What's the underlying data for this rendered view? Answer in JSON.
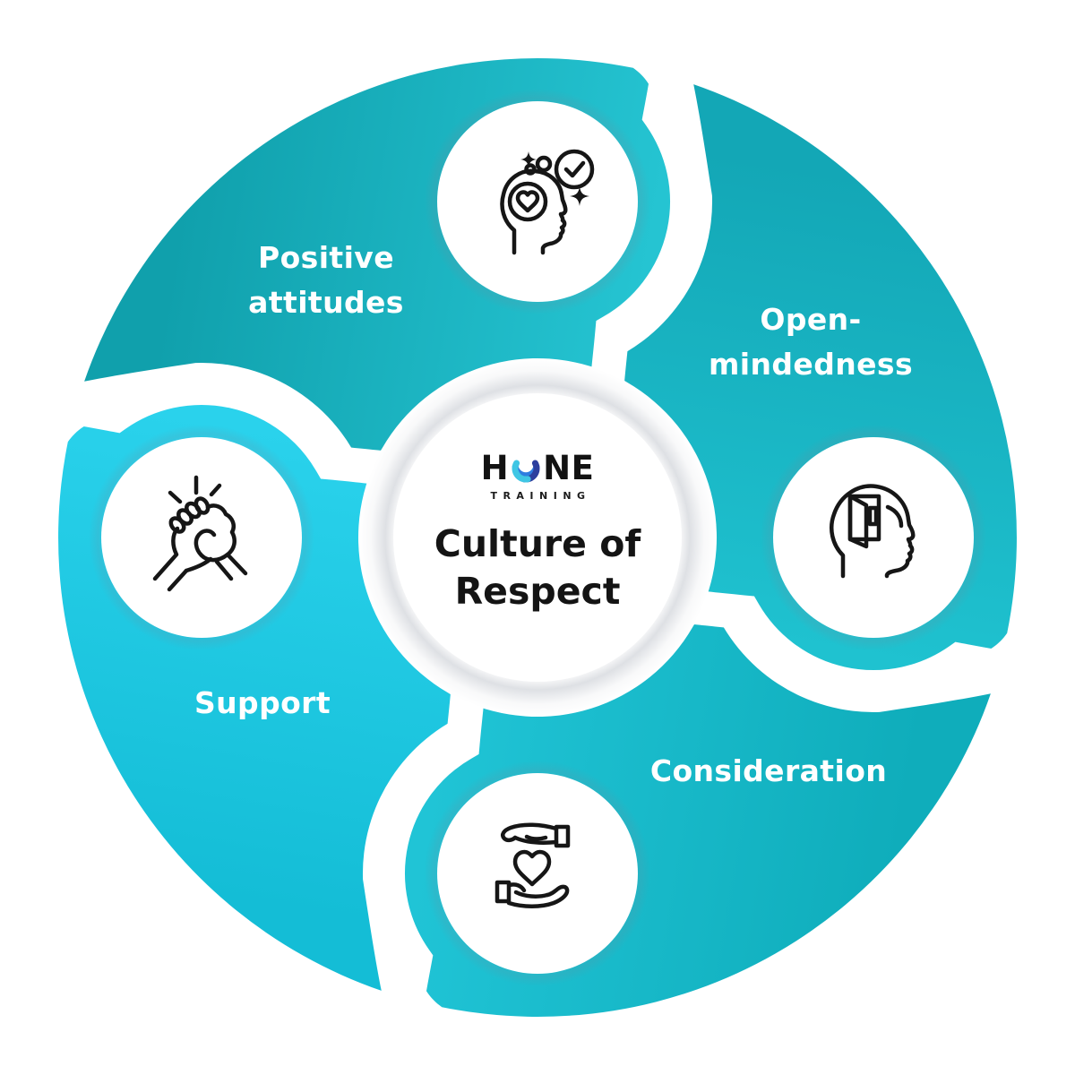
{
  "page": {
    "background": "#ffffff"
  },
  "center": {
    "brand_h": "H",
    "brand_ne": "NE",
    "brand_sub": "TRAINING",
    "logo_o_icon": "swirl-ring-icon",
    "logo_colors": {
      "top": "#2e7de0",
      "right": "#2c3f9e",
      "bottom_left": "#3fc6e4"
    },
    "title_line1": "Culture of",
    "title_line2": "Respect",
    "title_color": "#141414"
  },
  "segments": [
    {
      "id": "positive-attitudes",
      "label_line1": "Positive",
      "label_line2": "attitudes",
      "icon": "head-heart-check-icon",
      "color_from": "#10a0ac",
      "color_to": "#25c4d2"
    },
    {
      "id": "open-mindedness",
      "label_line1": "Open-",
      "label_line2": "mindedness",
      "icon": "open-door-mind-icon",
      "color_from": "#13a7b6",
      "color_to": "#1fc2d0"
    },
    {
      "id": "support",
      "label_line1": "Support",
      "label_line2": "",
      "icon": "clasped-hands-icon",
      "color_from": "#14bdd6",
      "color_to": "#2ad2ec"
    },
    {
      "id": "consideration",
      "label_line1": "Consideration",
      "label_line2": "",
      "icon": "hands-holding-heart-icon",
      "color_from": "#0fadbb",
      "color_to": "#20c4d6"
    }
  ],
  "colors": {
    "divider": "#ffffff",
    "icon_stroke": "#161616",
    "label_text": "#ffffff",
    "center_circle": "#ffffff"
  }
}
